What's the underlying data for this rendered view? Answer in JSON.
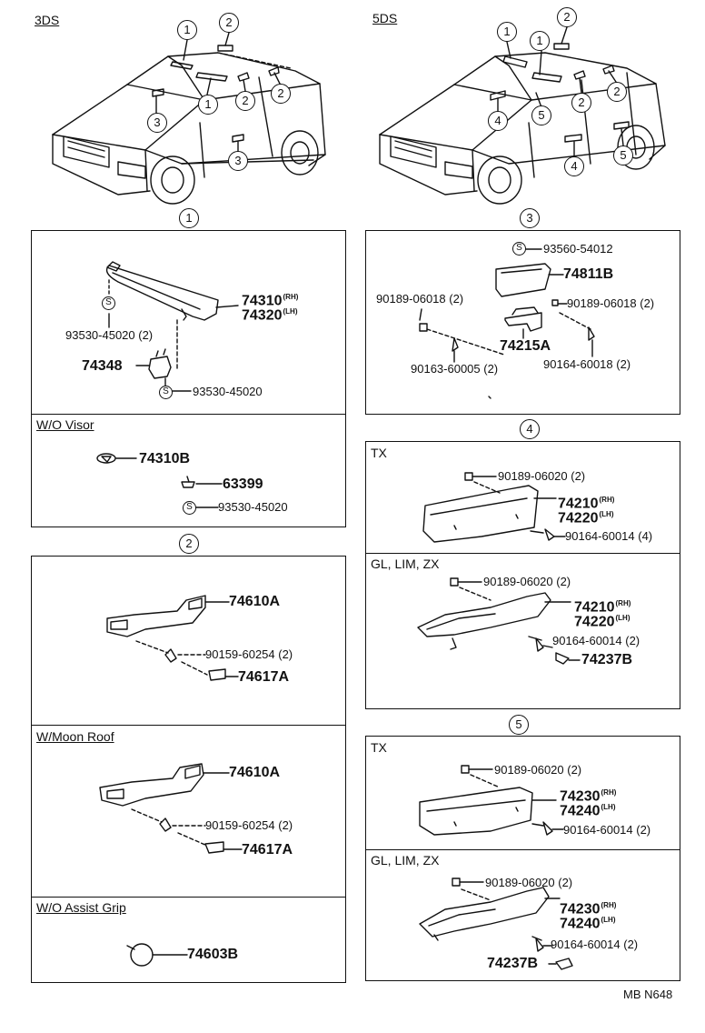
{
  "header": {
    "left_title": "3DS",
    "right_title": "5DS"
  },
  "callouts": {
    "c1": "1",
    "c2": "2",
    "c3": "3",
    "c4": "4",
    "c5": "5"
  },
  "s_mark": "S",
  "sec1": {
    "parts": {
      "p74310": "74310",
      "p74310_side": "(RH)",
      "p74320": "74320",
      "p74320_side": "(LH)",
      "p93530a": "93530-45020 (2)",
      "p74348": "74348",
      "p93530b": "93530-45020"
    },
    "wo_visor": {
      "label": "W/O Visor",
      "p74310b": "74310B",
      "p63399": "63399",
      "p93530c": "93530-45020"
    }
  },
  "sec2": {
    "p74610a": "74610A",
    "p90159": "90159-60254 (2)",
    "p74617a": "74617A",
    "moon_roof": {
      "label": "W/Moon Roof",
      "p74610a": "74610A",
      "p90159": "90159-60254 (2)",
      "p74617a": "74617A"
    },
    "wo_assist": {
      "label": "W/O Assist Grip",
      "p74603b": "74603B"
    }
  },
  "sec3": {
    "p93560": "93560-54012",
    "p74811b": "74811B",
    "p90189l": "90189-06018 (2)",
    "p90189r": "90189-06018 (2)",
    "p74215a": "74215A",
    "p90163": "90163-60005 (2)",
    "p90164": "90164-60018 (2)"
  },
  "sec4": {
    "tx": {
      "label": "TX",
      "p90189": "90189-06020 (2)",
      "p74210": "74210",
      "p74210_side": "(RH)",
      "p74220": "74220",
      "p74220_side": "(LH)",
      "p90164": "90164-60014 (4)"
    },
    "gl": {
      "label": "GL, LIM, ZX",
      "p90189": "90189-06020 (2)",
      "p74210": "74210",
      "p74210_side": "(RH)",
      "p74220": "74220",
      "p74220_side": "(LH)",
      "p90164": "90164-60014 (2)",
      "p74237b": "74237B"
    }
  },
  "sec5": {
    "tx": {
      "label": "TX",
      "p90189": "90189-06020 (2)",
      "p74230": "74230",
      "p74230_side": "(RH)",
      "p74240": "74240",
      "p74240_side": "(LH)",
      "p90164": "90164-60014 (2)"
    },
    "gl": {
      "label": "GL, LIM, ZX",
      "p90189": "90189-06020 (2)",
      "p74230": "74230",
      "p74230_side": "(RH)",
      "p74240": "74240",
      "p74240_side": "(LH)",
      "p90164": "90164-60014 (2)",
      "p74237b": "74237B"
    }
  },
  "footer": {
    "code": "MB N648"
  }
}
